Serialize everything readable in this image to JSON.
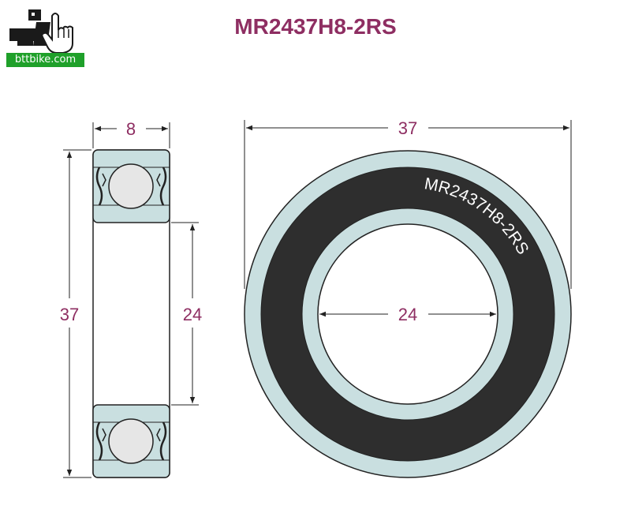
{
  "title": "MR2437H8-2RS",
  "logo": {
    "text": "bttbike.com"
  },
  "side_view": {
    "width_label": "8",
    "outer_label": "37",
    "inner_label": "24"
  },
  "front_view": {
    "outer_label": "37",
    "inner_label": "24",
    "ring_text": "MR2437H8-2RS"
  },
  "colors": {
    "ring": "#c9dfe0",
    "seal": "#2e2e2e",
    "label": "#8e2e62",
    "logo_bg": "#1fa02a"
  }
}
